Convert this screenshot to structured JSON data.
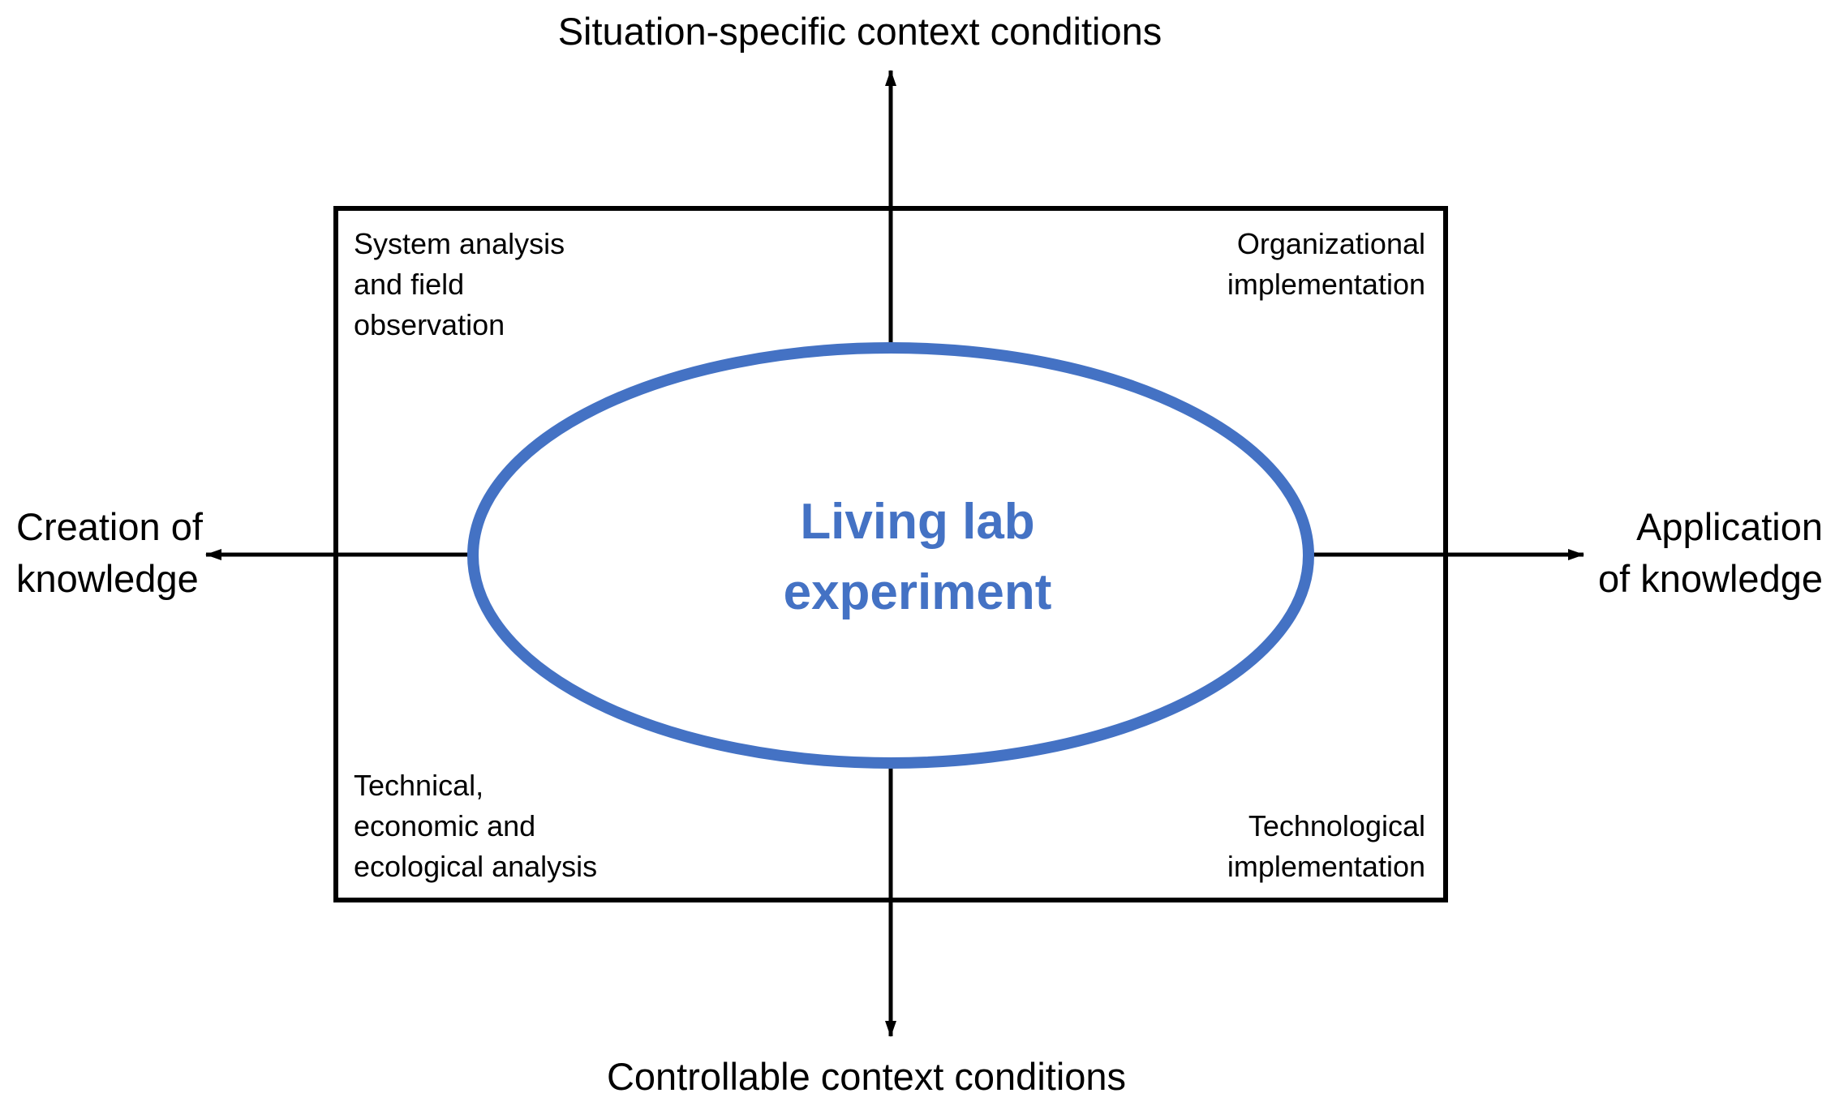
{
  "axes": {
    "top": "Situation-specific context conditions",
    "bottom": "Controllable context conditions",
    "left": "Creation of\nknowledge",
    "right": "Application\nof knowledge"
  },
  "quadrants": {
    "top_left": "System analysis\nand field\nobservation",
    "top_right": "Organizational\nimplementation",
    "bottom_left": "Technical,\neconomic and\necological analysis",
    "bottom_right": "Technological\nimplementation"
  },
  "center": {
    "label": "Living lab\nexperiment"
  },
  "colors": {
    "accent": "#4472C4",
    "line": "#000000",
    "background": "#ffffff"
  }
}
